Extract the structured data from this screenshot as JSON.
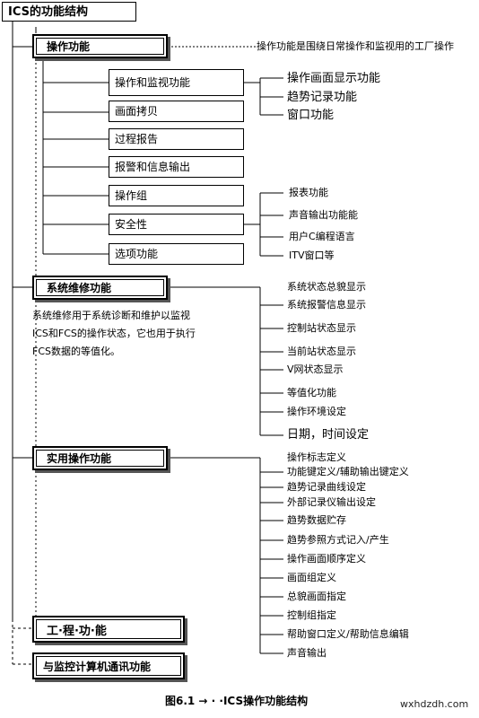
{
  "title": "ICS的功能结构",
  "sections": {
    "operation": {
      "label": "操作功能",
      "note": "操作功能是围绕日常操作和监视用的工厂操作",
      "items": [
        "操作和监视功能",
        "画面拷贝",
        "过程报告",
        "报警和信息输出",
        "操作组",
        "安全性",
        "选项功能"
      ],
      "group1": [
        "操作画面显示功能",
        "趋势记录功能",
        "窗口功能"
      ],
      "group2": [
        "报表功能",
        "声音输出功能能",
        "用户C编程语言",
        "ITV窗口等"
      ]
    },
    "maintenance": {
      "label": "系统维修功能",
      "description_lines": [
        "系统维修用于系统诊断和维护以监视",
        "ICS和FCS的操作状态，它也用于执行",
        "FCS数据的等值化。"
      ],
      "items": [
        "系统状态总貌显示",
        "系统报警信息显示",
        "控制站状态显示",
        "当前站状态显示",
        "V网状态显示",
        "等值化功能",
        "操作环境设定",
        "日期，时间设定"
      ]
    },
    "utility": {
      "label": "实用操作功能",
      "items": [
        "操作标志定义",
        "功能键定义/辅助输出键定义",
        "趋势记录曲线设定",
        "外部记录仪输出设定",
        "趋势数据贮存",
        "趋势参照方式记入/产生",
        "操作画面顺序定义",
        "画面组定义",
        "总貌画面指定",
        "控制组指定",
        "帮助窗口定义/帮助信息编辑",
        "声音输出"
      ]
    },
    "engineering": {
      "label": "工·程·功·能"
    },
    "comm": {
      "label": "与监控计算机通讯功能"
    }
  },
  "caption": "图6.1 → · ·ICS操作功能结构",
  "watermark": "wxhdzdh.com"
}
